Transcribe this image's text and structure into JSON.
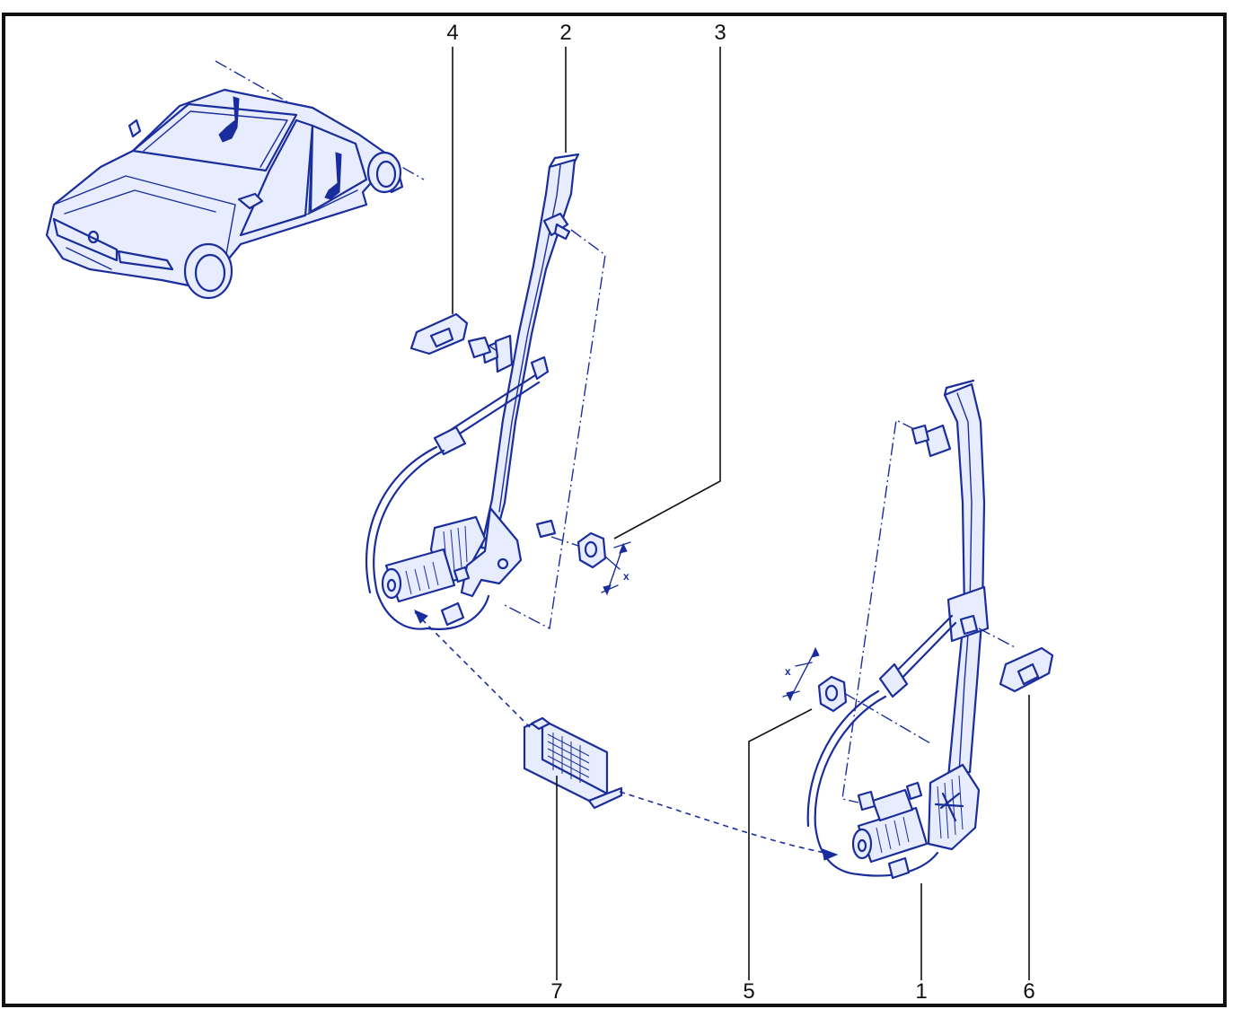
{
  "diagram": {
    "callouts": [
      {
        "id": "callout-1",
        "label": "1"
      },
      {
        "id": "callout-2",
        "label": "2"
      },
      {
        "id": "callout-3",
        "label": "3"
      },
      {
        "id": "callout-4",
        "label": "4"
      },
      {
        "id": "callout-5",
        "label": "5"
      },
      {
        "id": "callout-6",
        "label": "6"
      },
      {
        "id": "callout-7",
        "label": "7"
      }
    ],
    "dimension_labels": {
      "left_nut": "x",
      "right_nut": "x"
    }
  },
  "colors": {
    "line_art": "#1a2d9c",
    "part_fill": "#e8ecff",
    "frame": "#111111",
    "background": "#ffffff"
  }
}
